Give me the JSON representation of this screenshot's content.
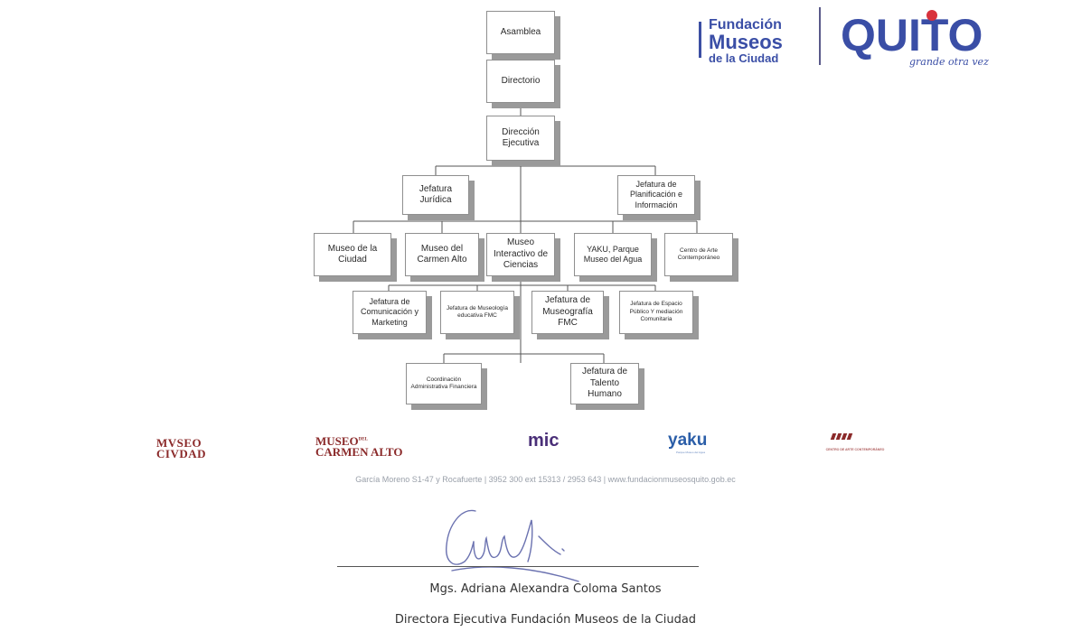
{
  "org_chart": {
    "asamblea": "Asamblea",
    "directorio": "Directorio",
    "direccion_ejecutiva": "Dirección Ejecutiva",
    "jefatura_juridica": "Jefatura Jurídica",
    "jefatura_planificacion": "Jefatura de Planificación e Información",
    "museo_ciudad": "Museo de la Ciudad",
    "museo_carmen_alto": "Museo del Carmen Alto",
    "museo_interactivo": "Museo Interactivo de Ciencias",
    "yaku": "YAKU, Parque Museo del Agua",
    "centro_arte": "Centro de Arte Contemporáneo",
    "jef_comunicacion": "Jefatura de Comunicación y Marketing",
    "jef_museologia": "Jefatura de Museología educativa FMC",
    "jef_museografia": "Jefatura de Museografía FMC",
    "jef_espacio_publico": "Jefatura de Espacio Público Y mediación Comunitaria",
    "coordinacion_admin": "Coordinación Administrativa Financiera",
    "jef_talento": "Jefatura de Talento Humano"
  },
  "header_logos": {
    "fundacion_line1": "Fundación",
    "fundacion_line2": "Museos",
    "fundacion_line3": "de la Ciudad",
    "quito_word": "QUITO",
    "quito_tagline": "grande otra vez",
    "brand_blue": "#3a4ea6",
    "brand_red": "#d8323c"
  },
  "partner_logos": {
    "museo_ciudad_l1": "MVSEO",
    "museo_ciudad_l2": "CIVDAD",
    "carmen_l1": "MUSEO",
    "carmen_del": "DEL",
    "carmen_l2": "CARMEN ALTO",
    "mic": "mic",
    "yaku": "yaku",
    "yaku_sub": "Parque Museo del Agua",
    "cac_sub": "CENTRO DE ARTE CONTEMPORÁNEO"
  },
  "footer": {
    "contact": "García Moreno S1-47 y Rocafuerte  |  3952 300 ext 15313 / 2953 643  |  www.fundacionmuseosquito.gob.ec"
  },
  "signatory": {
    "name": "Mgs. Adriana Alexandra Coloma Santos",
    "title": "Directora Ejecutiva Fundación Museos de la Ciudad"
  }
}
